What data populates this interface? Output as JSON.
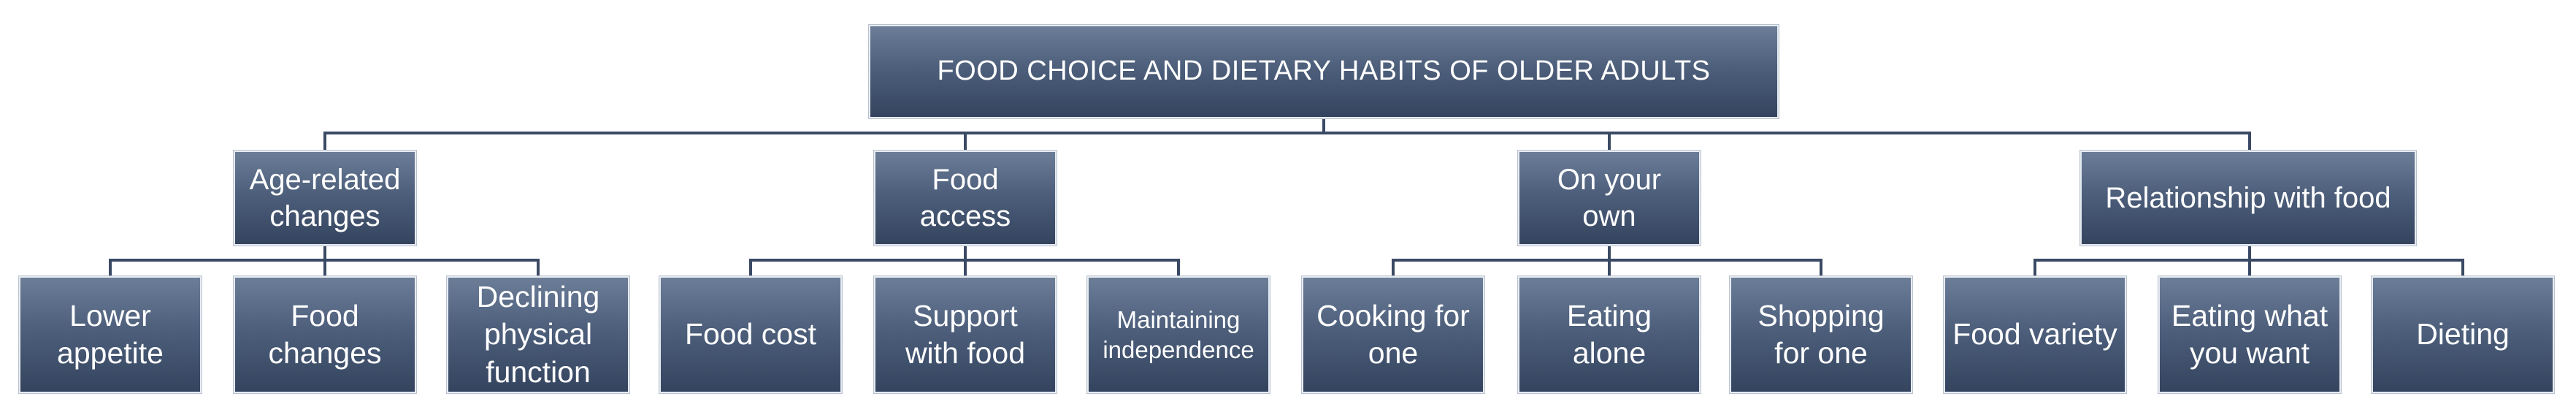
{
  "root": {
    "label": "FOOD CHOICE AND DIETARY HABITS OF OLDER ADULTS"
  },
  "categories": [
    {
      "label": "Age-related changes",
      "leaves": [
        "Lower appetite",
        "Food changes",
        "Declining physical function"
      ]
    },
    {
      "label": "Food access",
      "leaves": [
        "Food cost",
        "Support with food",
        "Maintaining independence"
      ]
    },
    {
      "label": "On your own",
      "leaves": [
        "Cooking for one",
        "Eating alone",
        "Shopping for one"
      ]
    },
    {
      "label": "Relationship with food",
      "leaves": [
        "Food variety",
        "Eating what you want",
        "Dieting"
      ]
    }
  ],
  "colors": {
    "box_top": "#6b7d97",
    "box_bottom": "#34445f",
    "connector": "#3b4a64",
    "text": "#ffffff"
  }
}
